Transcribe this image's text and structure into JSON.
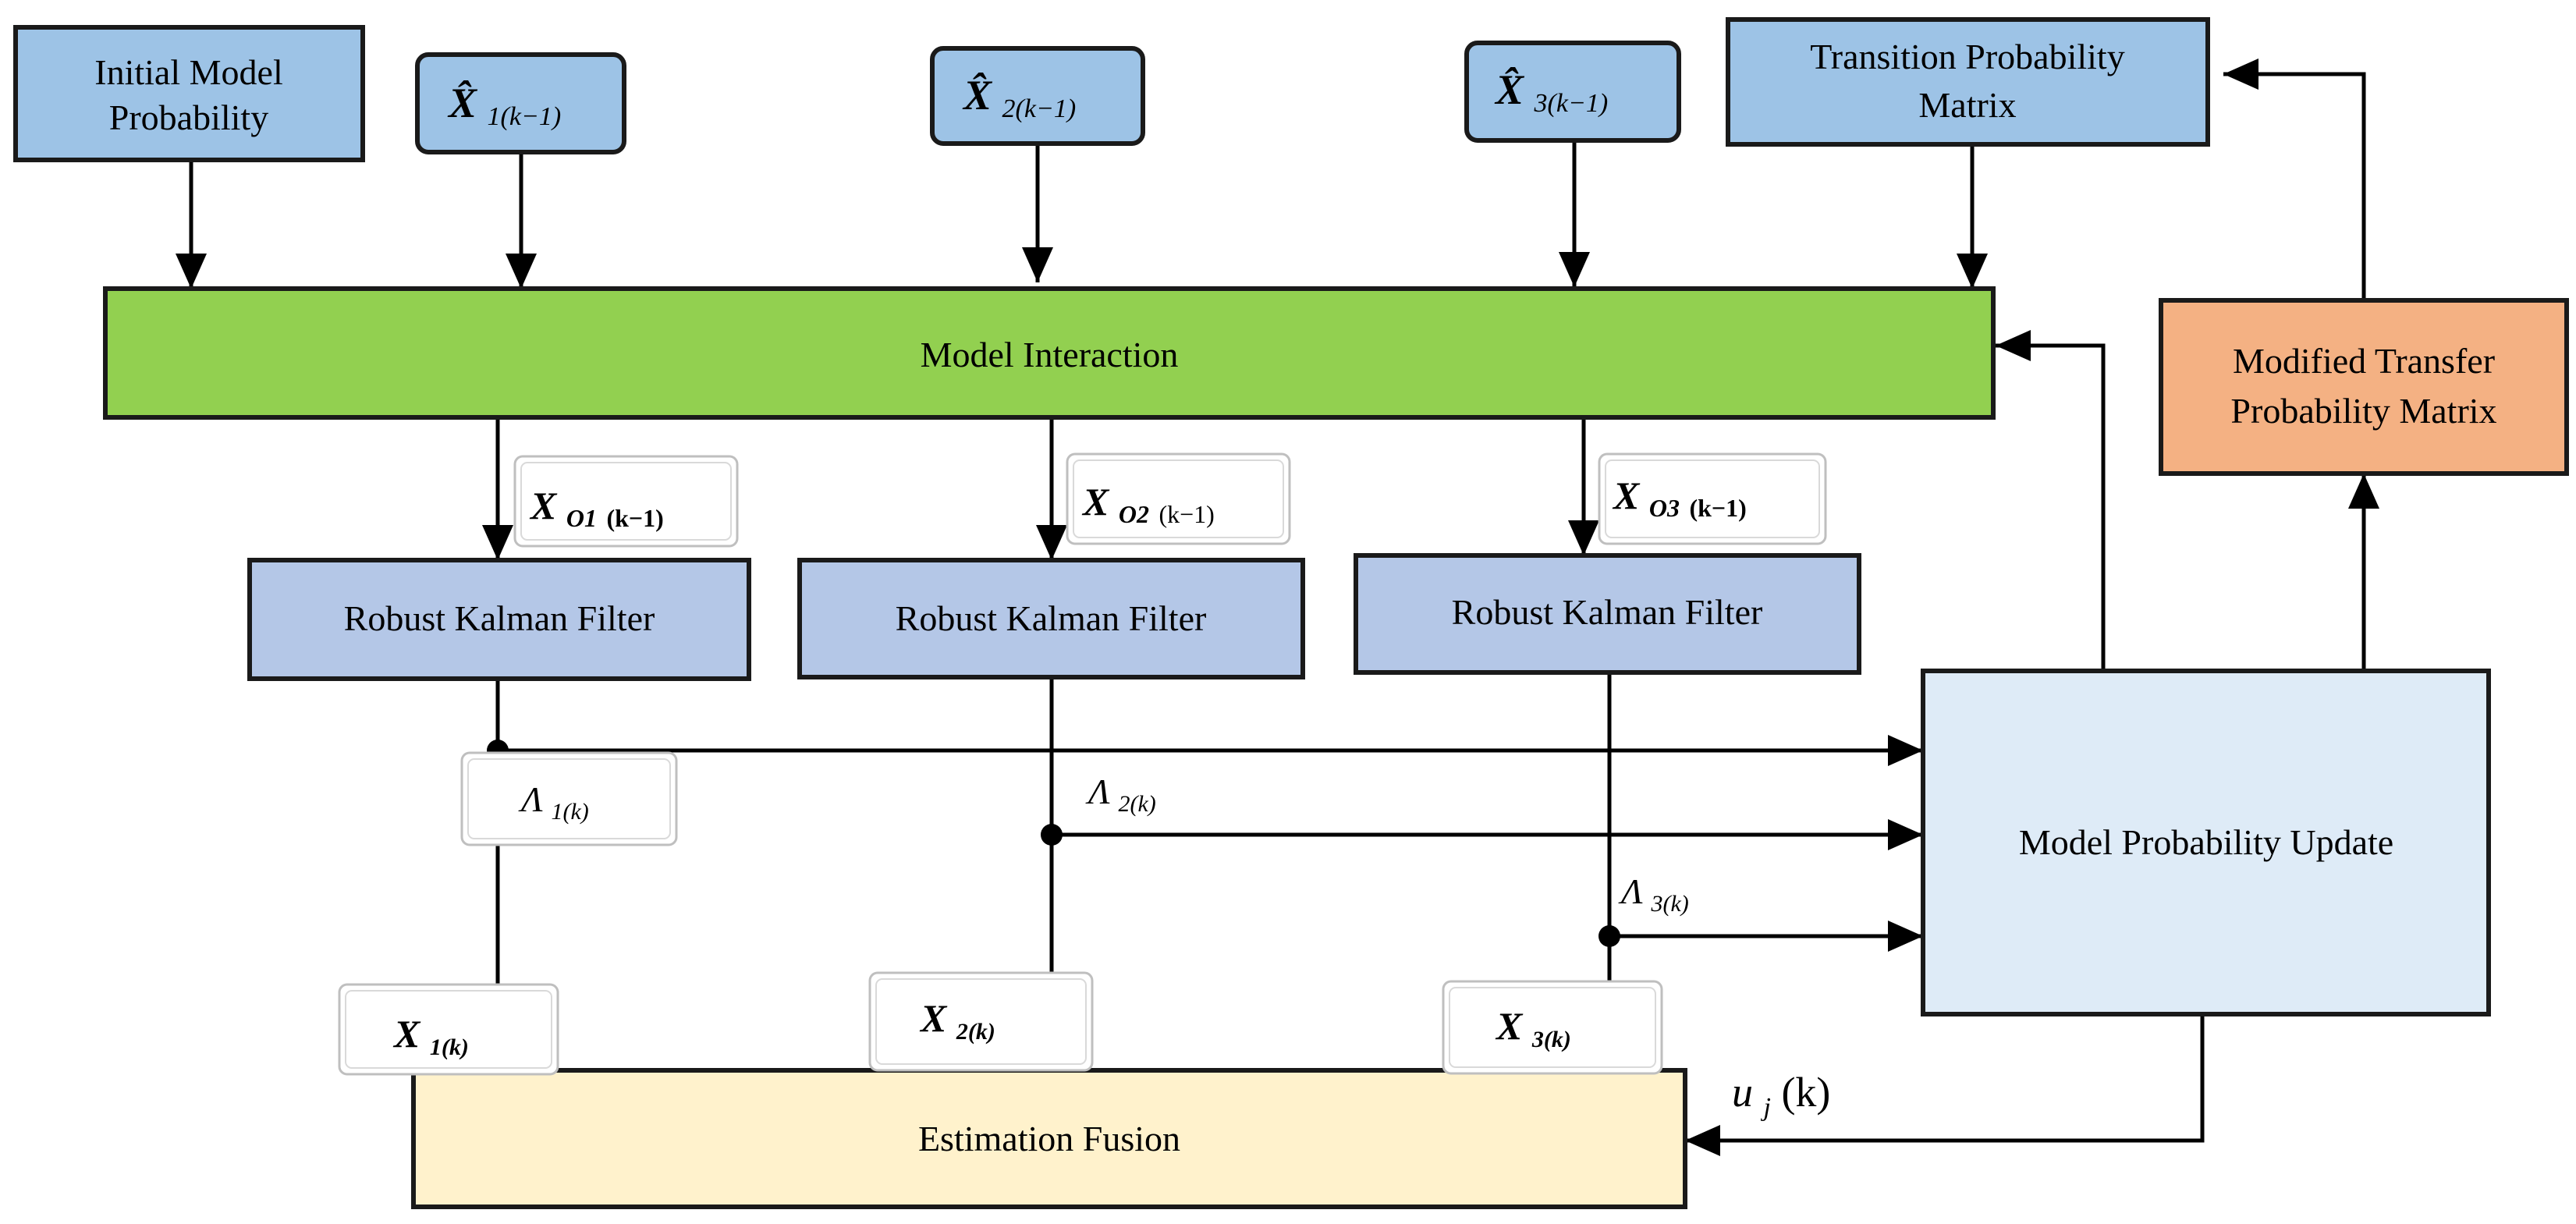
{
  "colors": {
    "input_box": "#9DC3E6",
    "input_box_border": "#1A1A1A",
    "model_interaction": "#92D050",
    "kalman_box": "#B4C7E7",
    "modified_matrix": "#F4B183",
    "prob_update": "#DEEBF7",
    "fusion": "#FFF2CC",
    "line": "#000000",
    "label_frame": "#BFBFBF"
  },
  "boxes": {
    "initial_model_probability": {
      "line1": "Initial Model",
      "line2": "Probability"
    },
    "x1_prev": {
      "base": "X̂",
      "sub": "1(k−1)"
    },
    "x2_prev": {
      "base": "X̂",
      "sub": "2(k−1)"
    },
    "x3_prev": {
      "base": "X̂",
      "sub": "3(k−1)"
    },
    "transition_probability_matrix": {
      "line1": "Transition Probability",
      "line2": "Matrix"
    },
    "model_interaction": "Model Interaction",
    "modified_transfer_matrix": {
      "line1": "Modified Transfer",
      "line2": "Probability Matrix"
    },
    "kalman_1": "Robust Kalman Filter",
    "kalman_2": "Robust Kalman Filter",
    "kalman_3": "Robust Kalman Filter",
    "model_probability_update": "Model Probability Update",
    "estimation_fusion": "Estimation Fusion"
  },
  "labels": {
    "xo1": {
      "base": "X",
      "sub": "O1",
      "paren": "(k−1)"
    },
    "xo2": {
      "base": "X",
      "sub": "O2",
      "paren": "(k−1)"
    },
    "xo3": {
      "base": "X",
      "sub": "O3",
      "paren": "(k−1)"
    },
    "lambda1": {
      "base": "Λ",
      "sub": "1(k)"
    },
    "lambda2": {
      "base": "Λ",
      "sub": "2(k)"
    },
    "lambda3": {
      "base": "Λ",
      "sub": "3(k)"
    },
    "x1k": {
      "base": "X",
      "sub": "1(k)"
    },
    "x2k": {
      "base": "X",
      "sub": "2(k)"
    },
    "x3k": {
      "base": "X",
      "sub": "3(k)"
    },
    "uj": {
      "base": "u",
      "sub": "j",
      "tail": "(k)"
    }
  }
}
